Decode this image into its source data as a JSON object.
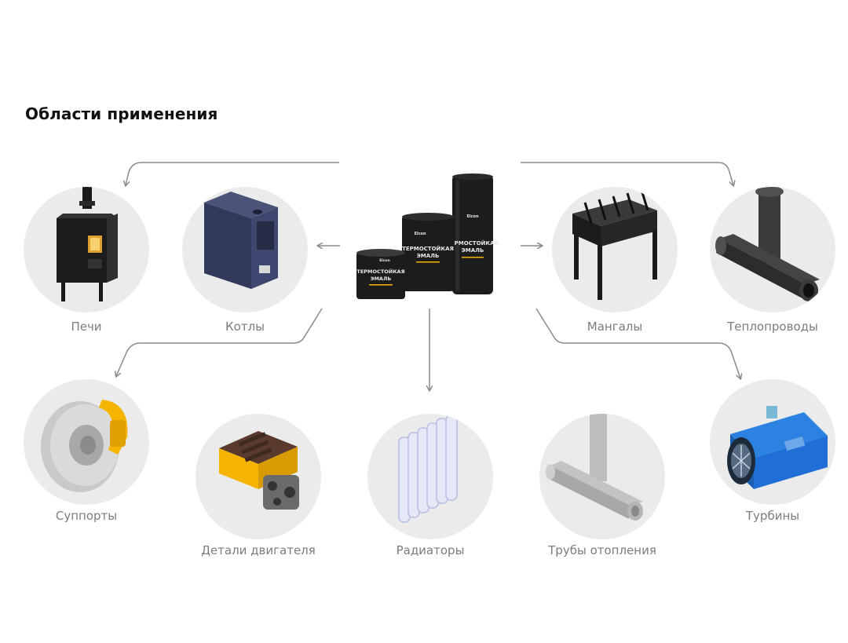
{
  "section": {
    "title": "Области применения"
  },
  "product": {
    "brand": "Elcon",
    "label_line1": "ТЕРМОСТОЙКАЯ",
    "label_line2": "ЭМАЛЬ"
  },
  "applications": [
    {
      "key": "pechi",
      "label": "Печи",
      "icon": "stove-icon"
    },
    {
      "key": "kotly",
      "label": "Котлы",
      "icon": "boiler-icon"
    },
    {
      "key": "mangaly",
      "label": "Мангалы",
      "icon": "grill-icon"
    },
    {
      "key": "teploprovody",
      "label": "Теплопроводы",
      "icon": "heat-pipe-icon"
    },
    {
      "key": "supporty",
      "label": "Суппорты",
      "icon": "brake-caliper-icon"
    },
    {
      "key": "detali",
      "label": "Детали двигателя",
      "icon": "engine-icon"
    },
    {
      "key": "radiatory",
      "label": "Радиаторы",
      "icon": "radiator-icon"
    },
    {
      "key": "truby",
      "label": "Трубы отопления",
      "icon": "heating-pipe-icon"
    },
    {
      "key": "turbiny",
      "label": "Турбины",
      "icon": "turbine-icon"
    }
  ],
  "colors": {
    "circle_bg": "#ebebeb",
    "label": "#7c7c7c",
    "connector": "#8a8a8a",
    "can": "#1c1c1c",
    "accent_yellow": "#f5b400",
    "accent_blue": "#1f6fd6"
  }
}
